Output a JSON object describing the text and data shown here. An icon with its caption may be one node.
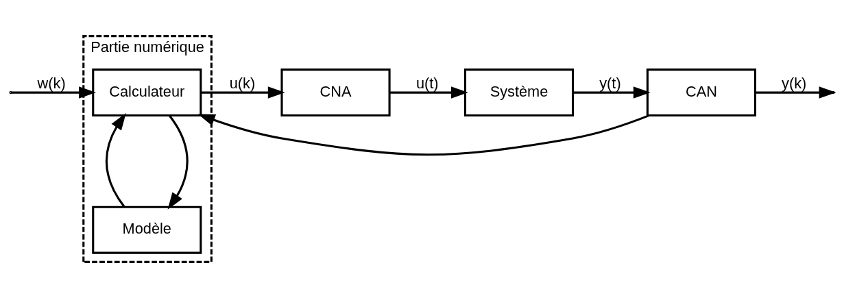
{
  "diagram": {
    "nodes": [
      {
        "text": [
          "Partie numérique"
        ]
      },
      {
        "text": [
          "Calculateur"
        ],
        "in": 0
      },
      {
        "text": [
          "CNA"
        ]
      },
      {
        "text": [
          "Système"
        ]
      },
      {
        "text": [
          "CAN"
        ]
      },
      {
        "text": [
          "Modèle"
        ],
        "in": 0
      }
    ],
    "edges": [
      {
        "from": null,
        "to": 1,
        "arrow": "to",
        "label": "w(k)"
      },
      {
        "from": 1,
        "to": 2,
        "arrow": "to",
        "label": "u(k)"
      },
      {
        "from": 2,
        "to": 3,
        "arrow": "to",
        "label": "u(t)"
      },
      {
        "from": 3,
        "to": 4,
        "arrow": "to",
        "label": "y(t)"
      },
      {
        "from": 4,
        "to": null,
        "arrow": "to",
        "label": "y(k)"
      },
      {
        "from": 4,
        "to": 1,
        "arrow": "to"
      },
      {
        "from": 1,
        "to": 5,
        "arrow": "to"
      },
      {
        "from": 5,
        "to": 1,
        "arrow": "to"
      }
    ]
  }
}
